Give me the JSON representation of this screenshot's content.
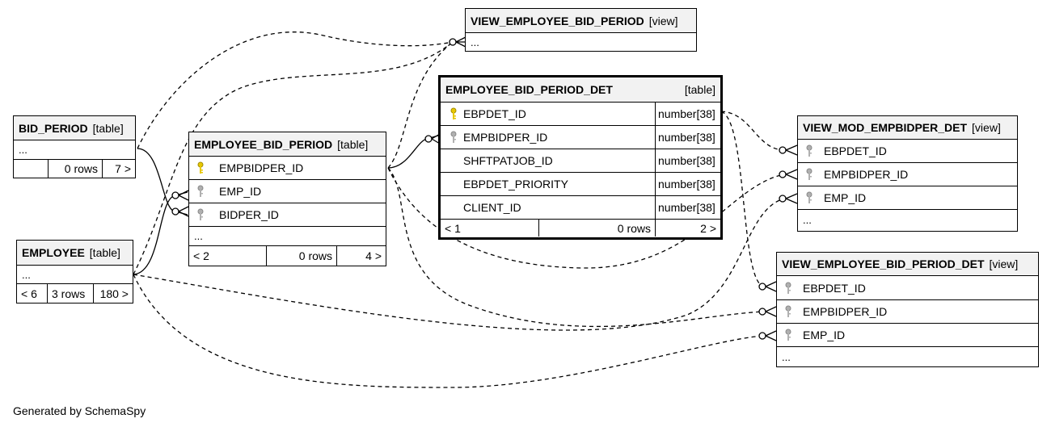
{
  "tables": {
    "bid_period": {
      "name": "BID_PERIOD",
      "kind": "[table]",
      "more": "...",
      "stats": [
        "",
        "0 rows",
        "7 >"
      ]
    },
    "employee": {
      "name": "EMPLOYEE",
      "kind": "[table]",
      "more": "...",
      "stats": [
        "< 6",
        "3 rows",
        "180 >"
      ]
    },
    "employee_bid_period": {
      "name": "EMPLOYEE_BID_PERIOD",
      "kind": "[table]",
      "columns": [
        {
          "name": "EMPBIDPER_ID",
          "key": "pk"
        },
        {
          "name": "EMP_ID",
          "key": "fk"
        },
        {
          "name": "BIDPER_ID",
          "key": "fk"
        }
      ],
      "more": "...",
      "stats": [
        "< 2",
        "0 rows",
        "4 >"
      ]
    },
    "employee_bid_period_det": {
      "name": "EMPLOYEE_BID_PERIOD_DET",
      "kind": "[table]",
      "columns": [
        {
          "name": "EBPDET_ID",
          "type": "number[38]",
          "key": "pk"
        },
        {
          "name": "EMPBIDPER_ID",
          "type": "number[38]",
          "key": "fk"
        },
        {
          "name": "SHFTPATJOB_ID",
          "type": "number[38]",
          "key": ""
        },
        {
          "name": "EBPDET_PRIORITY",
          "type": "number[38]",
          "key": ""
        },
        {
          "name": "CLIENT_ID",
          "type": "number[38]",
          "key": ""
        }
      ],
      "stats": [
        "< 1",
        "0 rows",
        "2 >"
      ]
    },
    "view_employee_bid_period": {
      "name": "VIEW_EMPLOYEE_BID_PERIOD",
      "kind": "[view]",
      "more": "..."
    },
    "view_mod_empbidper_det": {
      "name": "VIEW_MOD_EMPBIDPER_DET",
      "kind": "[view]",
      "columns": [
        {
          "name": "EBPDET_ID",
          "key": "fk"
        },
        {
          "name": "EMPBIDPER_ID",
          "key": "fk"
        },
        {
          "name": "EMP_ID",
          "key": "fk"
        }
      ],
      "more": "..."
    },
    "view_employee_bid_period_det": {
      "name": "VIEW_EMPLOYEE_BID_PERIOD_DET",
      "kind": "[view]",
      "columns": [
        {
          "name": "EBPDET_ID",
          "key": "fk"
        },
        {
          "name": "EMPBIDPER_ID",
          "key": "fk"
        },
        {
          "name": "EMP_ID",
          "key": "fk"
        }
      ],
      "more": "..."
    }
  },
  "colors": {
    "primary_key": "#e8c800",
    "foreign_key": "#b0b0b0",
    "header_bg": "#f2f2f2"
  },
  "footer": "Generated by SchemaSpy"
}
